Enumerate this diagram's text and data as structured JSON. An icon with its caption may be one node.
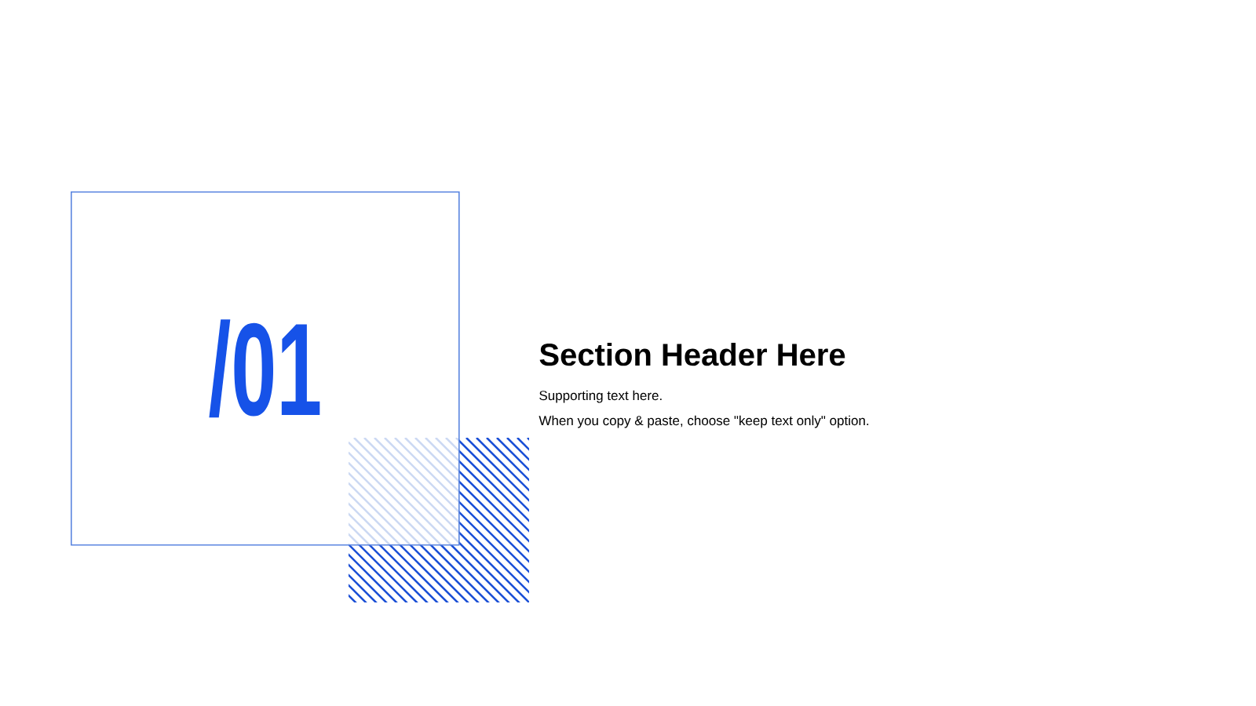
{
  "diagram": {
    "title": "Section Header Here",
    "nodes": [
      {
        "text": [
          "/01"
        ]
      }
    ],
    "labels": [
      "Supporting text here.",
      "When you copy & paste, choose \"keep text only\" option."
    ]
  }
}
